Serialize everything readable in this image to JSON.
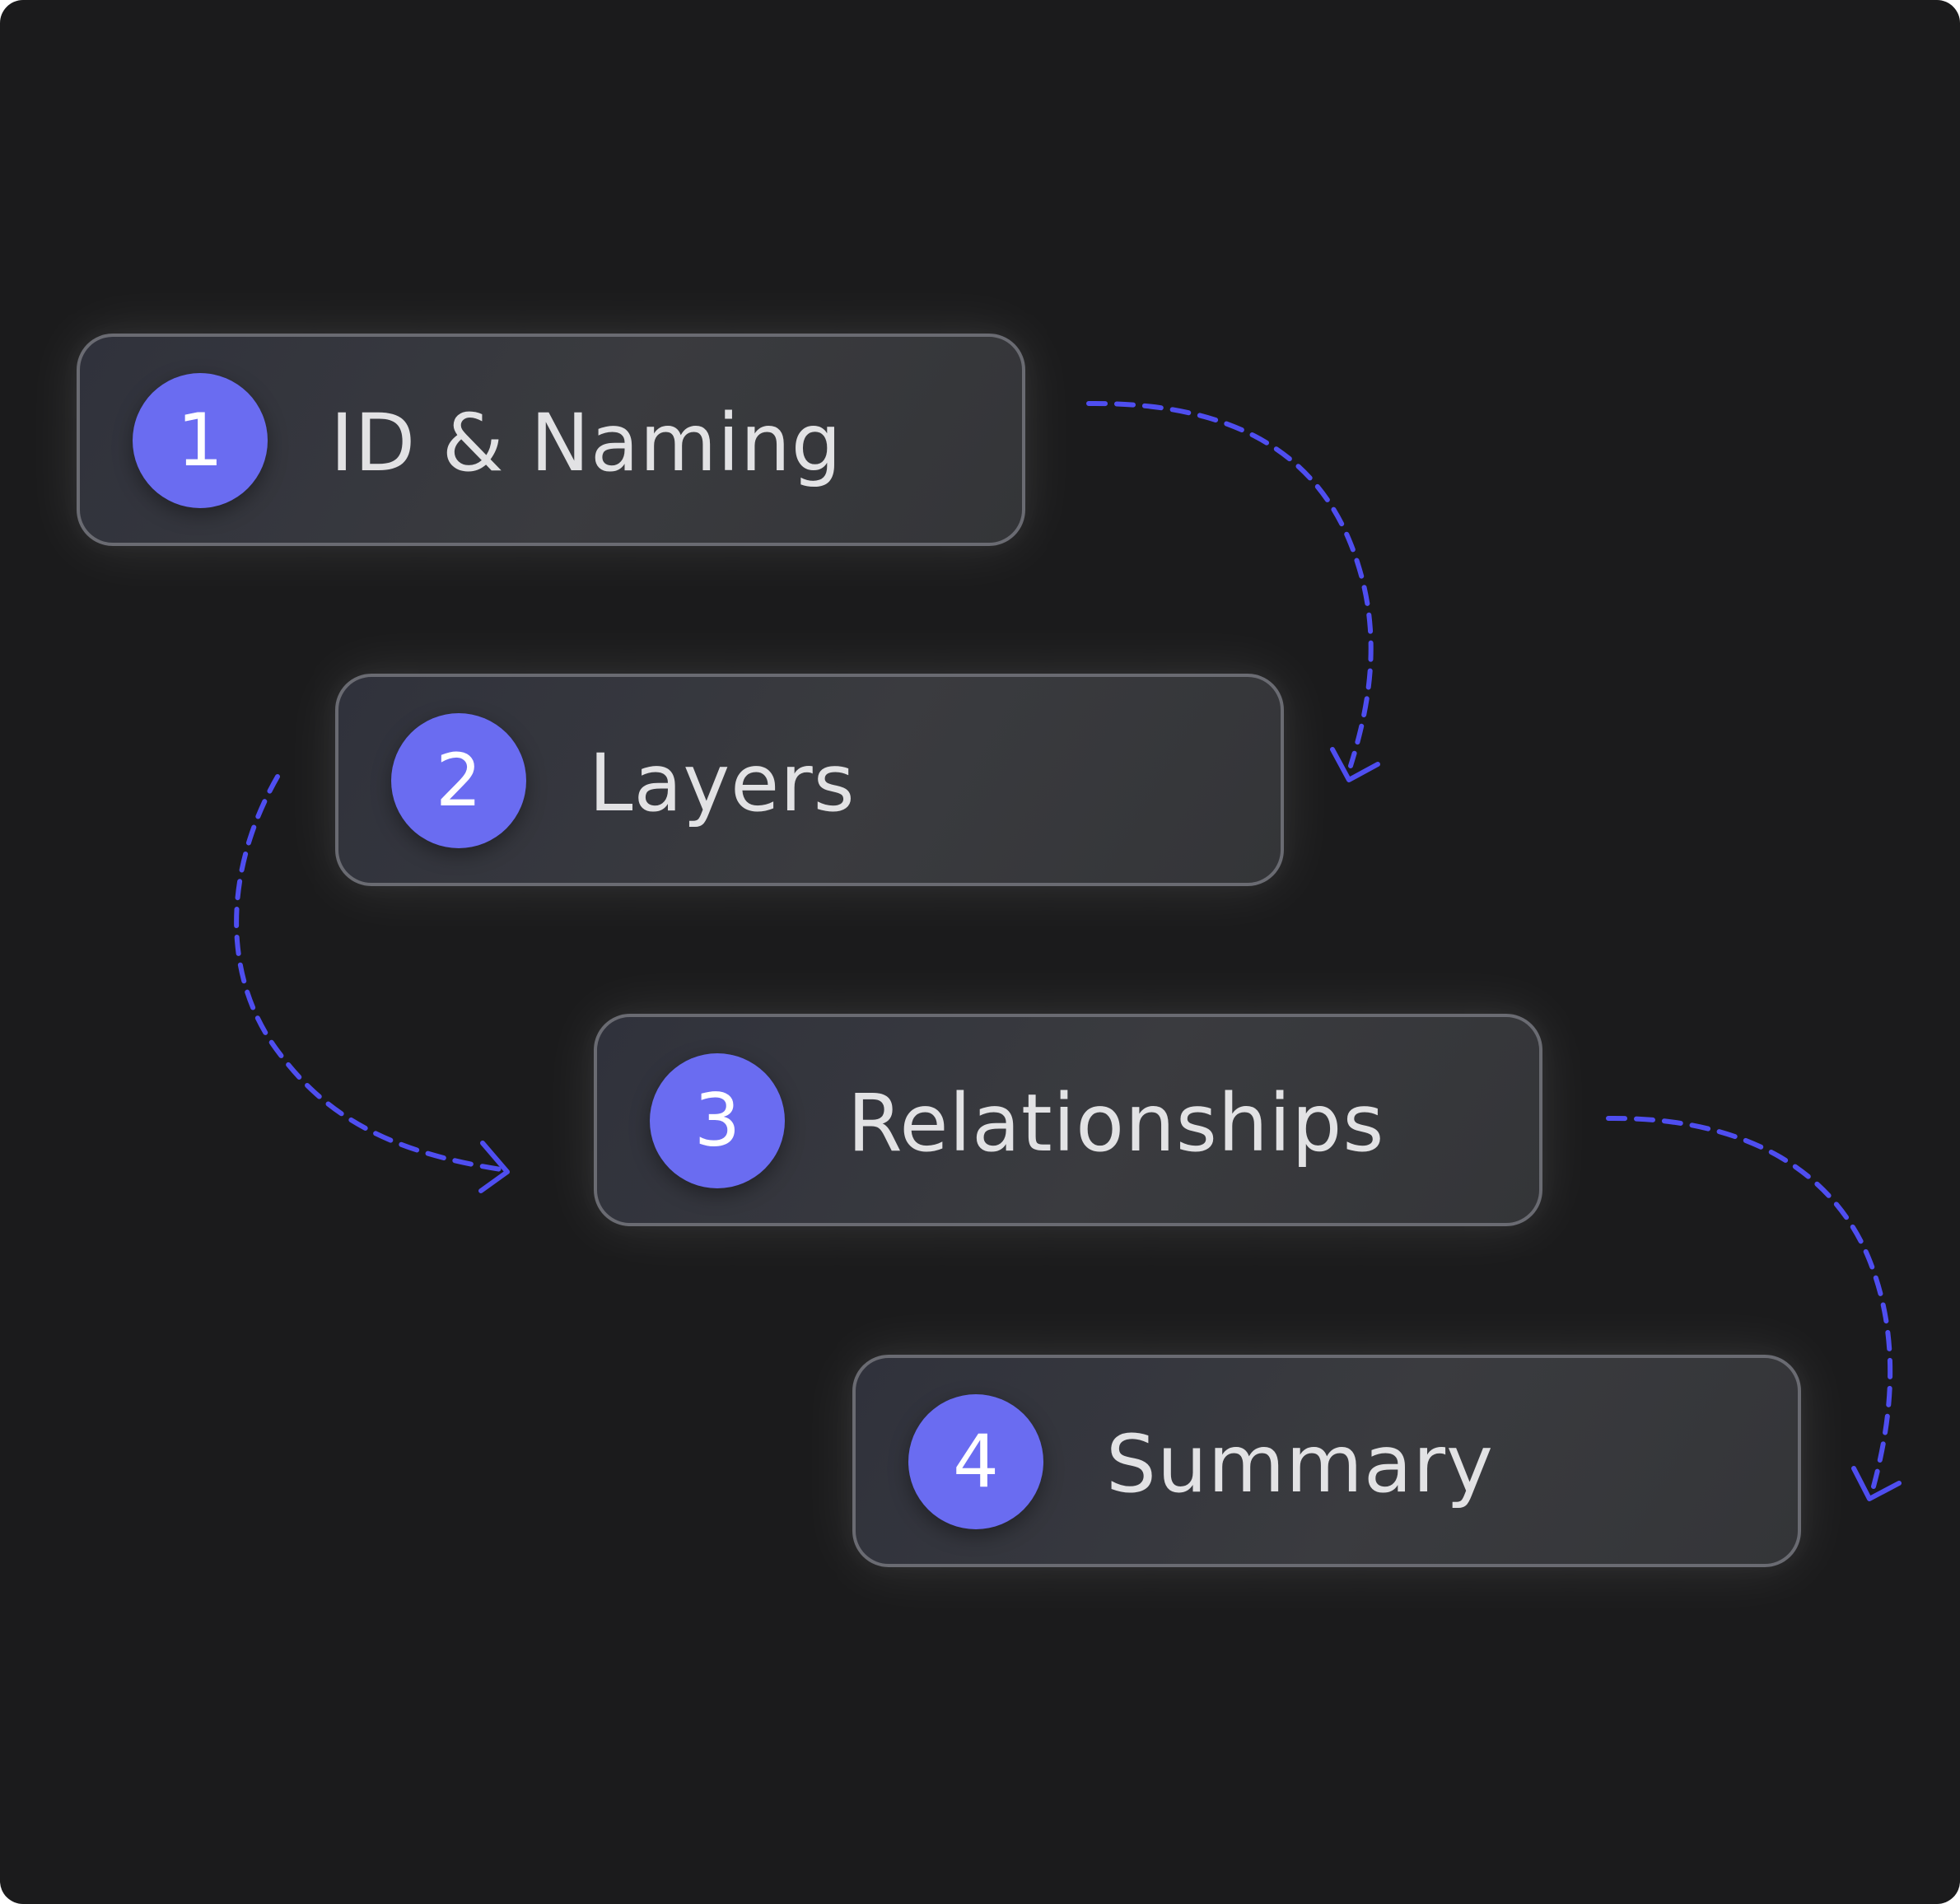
{
  "steps": [
    {
      "number": "1",
      "label": "ID & Naming"
    },
    {
      "number": "2",
      "label": "Layers"
    },
    {
      "number": "3",
      "label": "Relationships"
    },
    {
      "number": "4",
      "label": "Summary"
    }
  ],
  "colors": {
    "background": "#1b1b1c",
    "card_border": "#6a6b72",
    "badge": "#6a6cf1",
    "arrow": "#4f4ef0",
    "label_text": "#e2e2e4"
  },
  "icons": [
    "dashed-curved-arrow-icon"
  ]
}
